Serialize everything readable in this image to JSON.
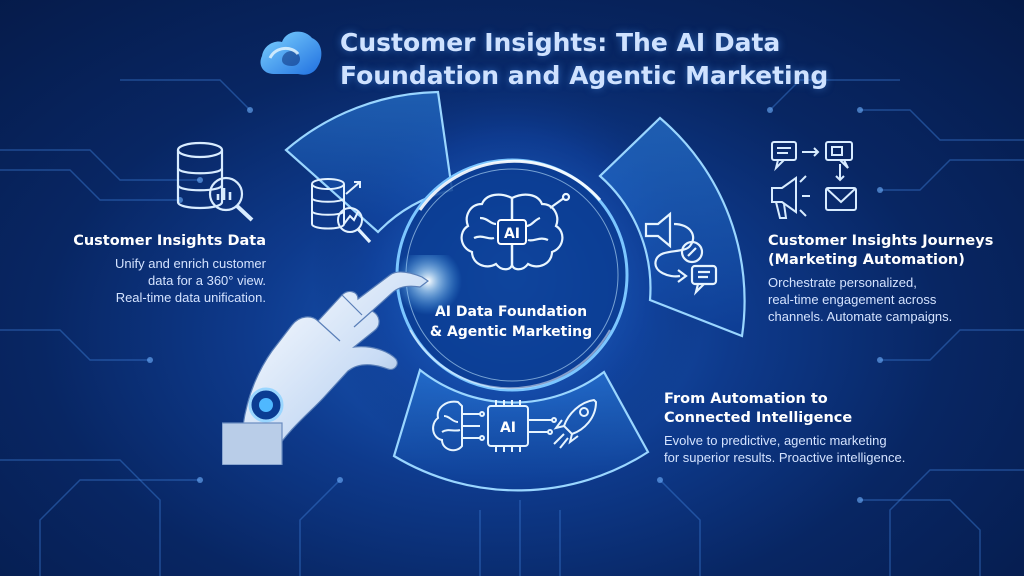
{
  "header": {
    "title_line1": "Customer Insights: The AI Data",
    "title_line2": "Foundation and Agentic Marketing"
  },
  "center": {
    "label_line1": "AI Data Foundation",
    "label_line2": "& Agentic Marketing",
    "chip_text": "AI"
  },
  "left": {
    "heading": "Customer Insights Data",
    "desc_line1": "Unify and enrich customer",
    "desc_line2": "data for a 360° view.",
    "desc_line3": "Real-time data unification."
  },
  "right": {
    "heading_line1": "Customer Insights Journeys",
    "heading_line2": "(Marketing Automation)",
    "desc_line1": "Orchestrate personalized,",
    "desc_line2": "real-time engagement across",
    "desc_line3": "channels. Automate campaigns."
  },
  "bottom": {
    "heading_line1": "From Automation to",
    "heading_line2": "Connected Intelligence",
    "desc_line1": "Evolve to predictive, agentic marketing",
    "desc_line2": "for superior results.  Proactive intelligence.",
    "chip_text": "AI"
  },
  "icons": [
    "database-analytics-icon",
    "database-growth-icon",
    "brain-ai-icon",
    "megaphone-journey-icon",
    "message-flow-icon",
    "brain-circuit-icon",
    "ai-chip-icon",
    "rocket-icon",
    "robot-hand-icon",
    "cloud-logo-icon"
  ],
  "colors": {
    "background": "#082663",
    "accent": "#4fb8ff",
    "glow": "#ffffff"
  }
}
